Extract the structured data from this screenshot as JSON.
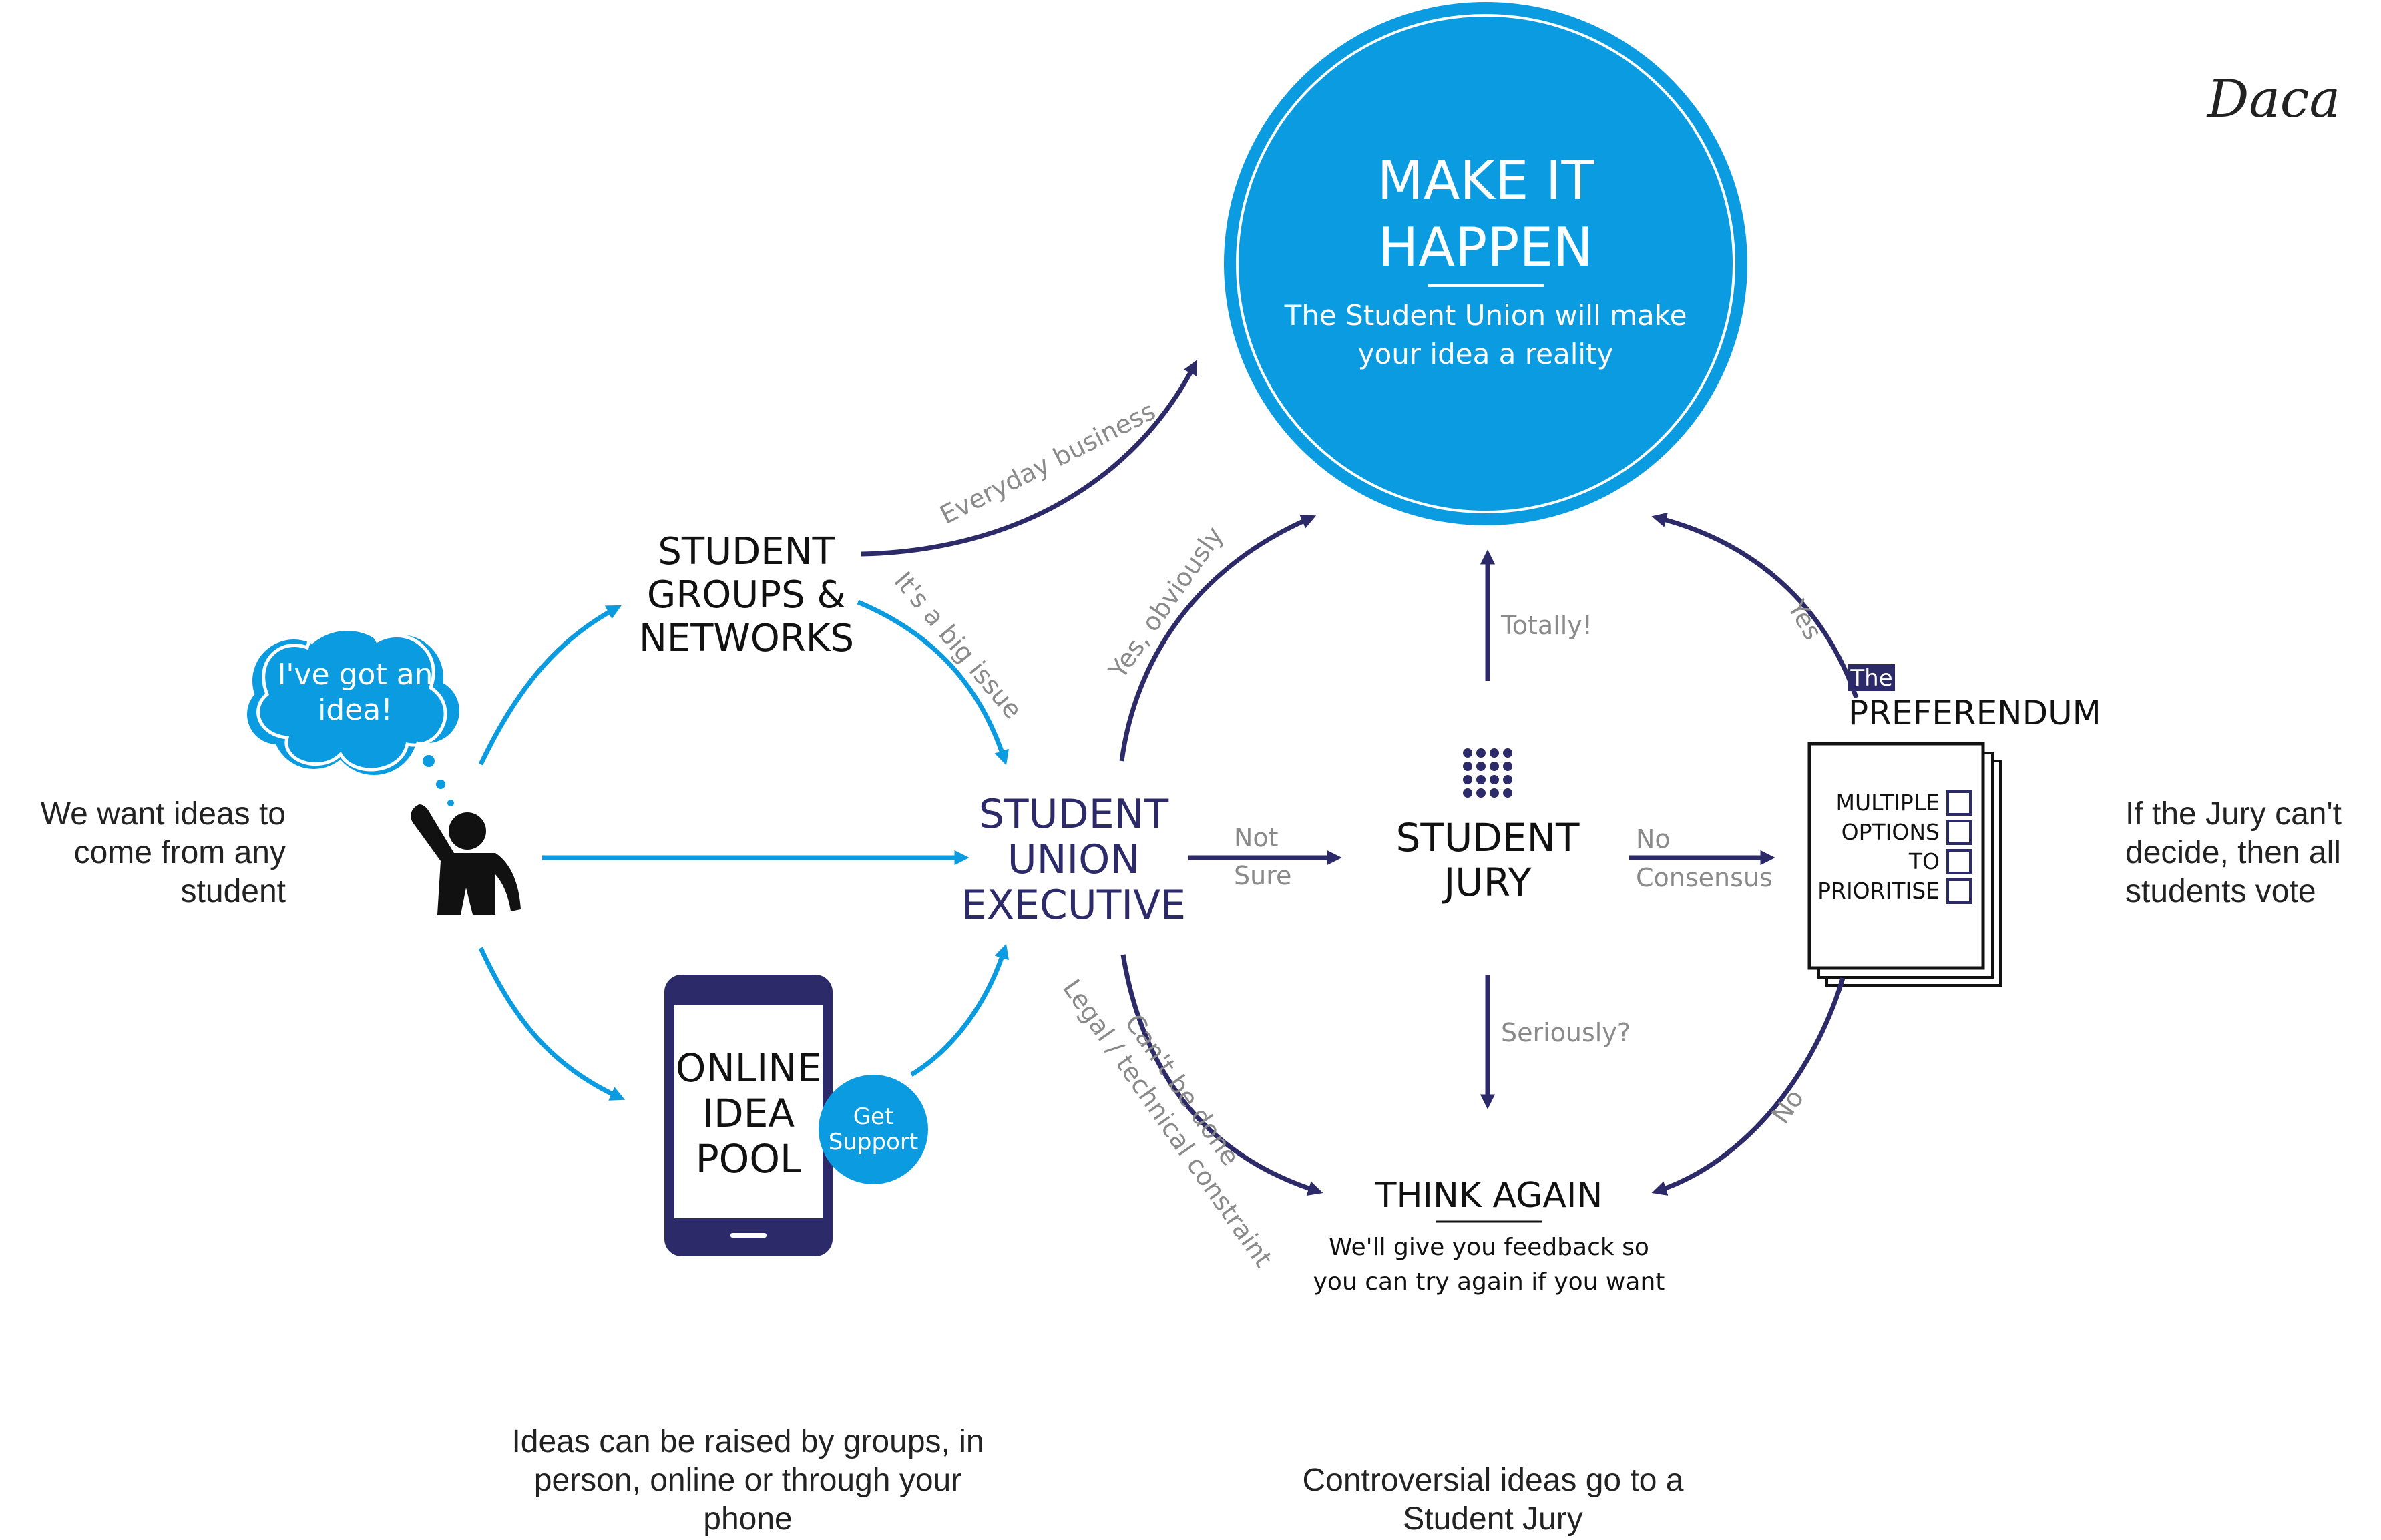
{
  "brand": {
    "logo_text": "Daca"
  },
  "colors": {
    "navy": "#2c2a68",
    "blue": "#0a9be0",
    "gray": "#8a8a8a",
    "text": "#222222",
    "white": "#ffffff"
  },
  "nodes": {
    "make_it_happen": {
      "title_line1": "MAKE IT",
      "title_line2": "HAPPEN",
      "subtitle_line1": "The Student Union will make",
      "subtitle_line2": "your idea a reality"
    },
    "student_groups": {
      "line1": "STUDENT",
      "line2": "GROUPS &",
      "line3": "NETWORKS"
    },
    "idea_cloud": {
      "line1": "I've got an",
      "line2": "idea!"
    },
    "student_union_executive": {
      "line1": "STUDENT",
      "line2": "UNION",
      "line3": "EXECUTIVE"
    },
    "student_jury": {
      "line1": "STUDENT",
      "line2": "JURY"
    },
    "preferendum": {
      "tag": "The",
      "title": "PREFERENDUM",
      "options": [
        "MULTIPLE",
        "OPTIONS",
        "TO",
        "PRIORITISE"
      ]
    },
    "online_idea_pool": {
      "line1": "ONLINE",
      "line2": "IDEA",
      "line3": "POOL",
      "badge_line1": "Get",
      "badge_line2": "Support"
    },
    "think_again": {
      "title": "THINK AGAIN",
      "subtitle_line1": "We'll give you feedback so",
      "subtitle_line2": "you can try again if you want"
    }
  },
  "edge_labels": {
    "everyday_business": "Everyday business",
    "big_issue": "It's a big issue",
    "yes_obviously": "Yes, obviously",
    "totally": "Totally!",
    "yes": "Yes",
    "not": "Not",
    "sure": "Sure",
    "no": "No",
    "consensus": "Consensus",
    "seriously": "Seriously?",
    "cant_be_done": "Can't be done",
    "legal_constraint": "Legal / technical constraint",
    "no_bottom": "No"
  },
  "captions": {
    "left": [
      "We want ideas to",
      "come from any",
      "student"
    ],
    "right": [
      "If the Jury can't",
      "decide, then all",
      "students vote"
    ],
    "bottom_left": [
      "Ideas can be raised by groups, in",
      "person, online or through your",
      "phone"
    ],
    "bottom_right": [
      "Controversial ideas go to a",
      "Student Jury"
    ]
  }
}
